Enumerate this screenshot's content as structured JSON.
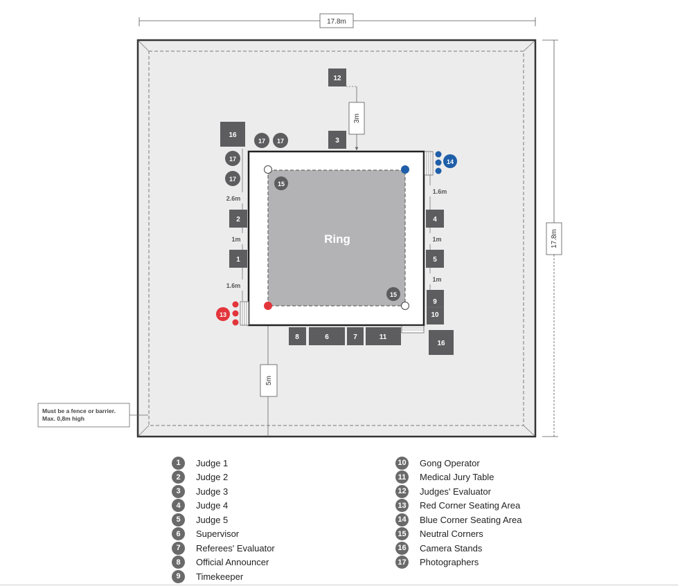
{
  "dimensions": {
    "width": "17.8m",
    "height": "17.8m"
  },
  "distances": {
    "judge3_to_evaluator": "3m",
    "announcer_area": "5m",
    "left_top": "2.6m",
    "left_mid": "1m",
    "left_bottom": "1.6m",
    "right_top": "1.6m",
    "right_mid1": "1m",
    "right_mid2": "1m"
  },
  "ring_label": "Ring",
  "note": {
    "line1": "Must be a fence or barrier.",
    "line2": "Max. 0,8m high"
  },
  "markers": {
    "m1": "1",
    "m2": "2",
    "m3": "3",
    "m4": "4",
    "m5": "5",
    "m6": "6",
    "m7": "7",
    "m8": "8",
    "m9": "9",
    "m10": "10",
    "m11": "11",
    "m12": "12",
    "m13": "13",
    "m14": "14",
    "m15": "15",
    "m16": "16",
    "m17": "17"
  },
  "legend_left": [
    {
      "num": "1",
      "label": "Judge 1"
    },
    {
      "num": "2",
      "label": "Judge 2"
    },
    {
      "num": "3",
      "label": "Judge 3"
    },
    {
      "num": "4",
      "label": "Judge 4"
    },
    {
      "num": "5",
      "label": "Judge 5"
    },
    {
      "num": "6",
      "label": "Supervisor"
    },
    {
      "num": "7",
      "label": "Referees' Evaluator"
    },
    {
      "num": "8",
      "label": "Official Announcer"
    },
    {
      "num": "9",
      "label": "Timekeeper"
    }
  ],
  "legend_right": [
    {
      "num": "10",
      "label": "Gong Operator"
    },
    {
      "num": "11",
      "label": "Medical Jury Table"
    },
    {
      "num": "12",
      "label": "Judges' Evaluator"
    },
    {
      "num": "13",
      "label": "Red Corner Seating Area"
    },
    {
      "num": "14",
      "label": "Blue Corner Seating Area"
    },
    {
      "num": "15",
      "label": "Neutral Corners"
    },
    {
      "num": "16",
      "label": "Camera Stands"
    },
    {
      "num": "17",
      "label": "Photographers"
    }
  ],
  "colors": {
    "red_corner": "#e2353b",
    "blue_corner": "#1f5ea8",
    "neutral_corner": "#ffffff",
    "marker_gray": "#5d5d5f"
  }
}
